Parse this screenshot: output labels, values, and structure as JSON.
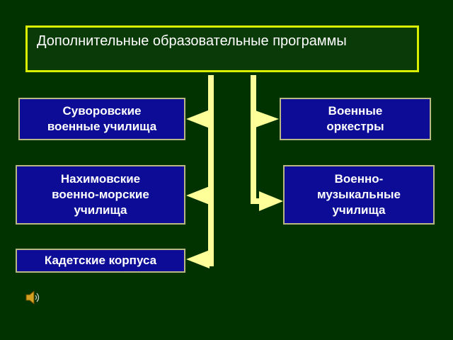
{
  "title": "Дополнительные образовательные программы",
  "left_nodes": [
    "Суворовские\nвоенные училища",
    "Нахимовские\nвоенно-морские\nучилища",
    "Кадетские корпуса"
  ],
  "right_nodes": [
    "Военные\nоркестры",
    "Военно-\nмузыкальные\nучилища"
  ],
  "colors": {
    "background": "#003300",
    "connector": "#ffff99",
    "box_fill": "#0c0c96",
    "title_border": "#d8f000"
  },
  "icons": {
    "sound": "speaker-icon"
  }
}
